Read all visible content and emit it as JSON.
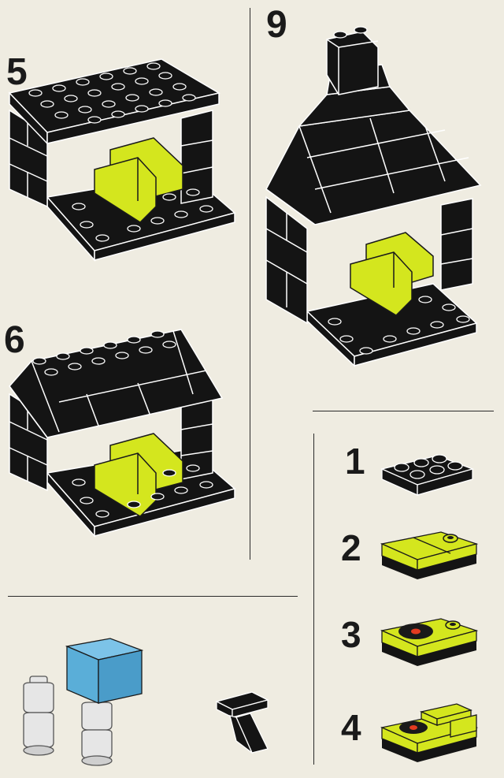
{
  "page": {
    "steps": {
      "step5": "5",
      "step6": "6",
      "step9": "9",
      "sub1": "1",
      "sub2": "2",
      "sub3": "3",
      "sub4": "4"
    },
    "colors": {
      "paper": "#efece1",
      "brick": "#141414",
      "stud_line": "#ffffff",
      "yellow": "#d4e61e",
      "blue": "#5aaed8",
      "red": "#e33b20"
    }
  }
}
